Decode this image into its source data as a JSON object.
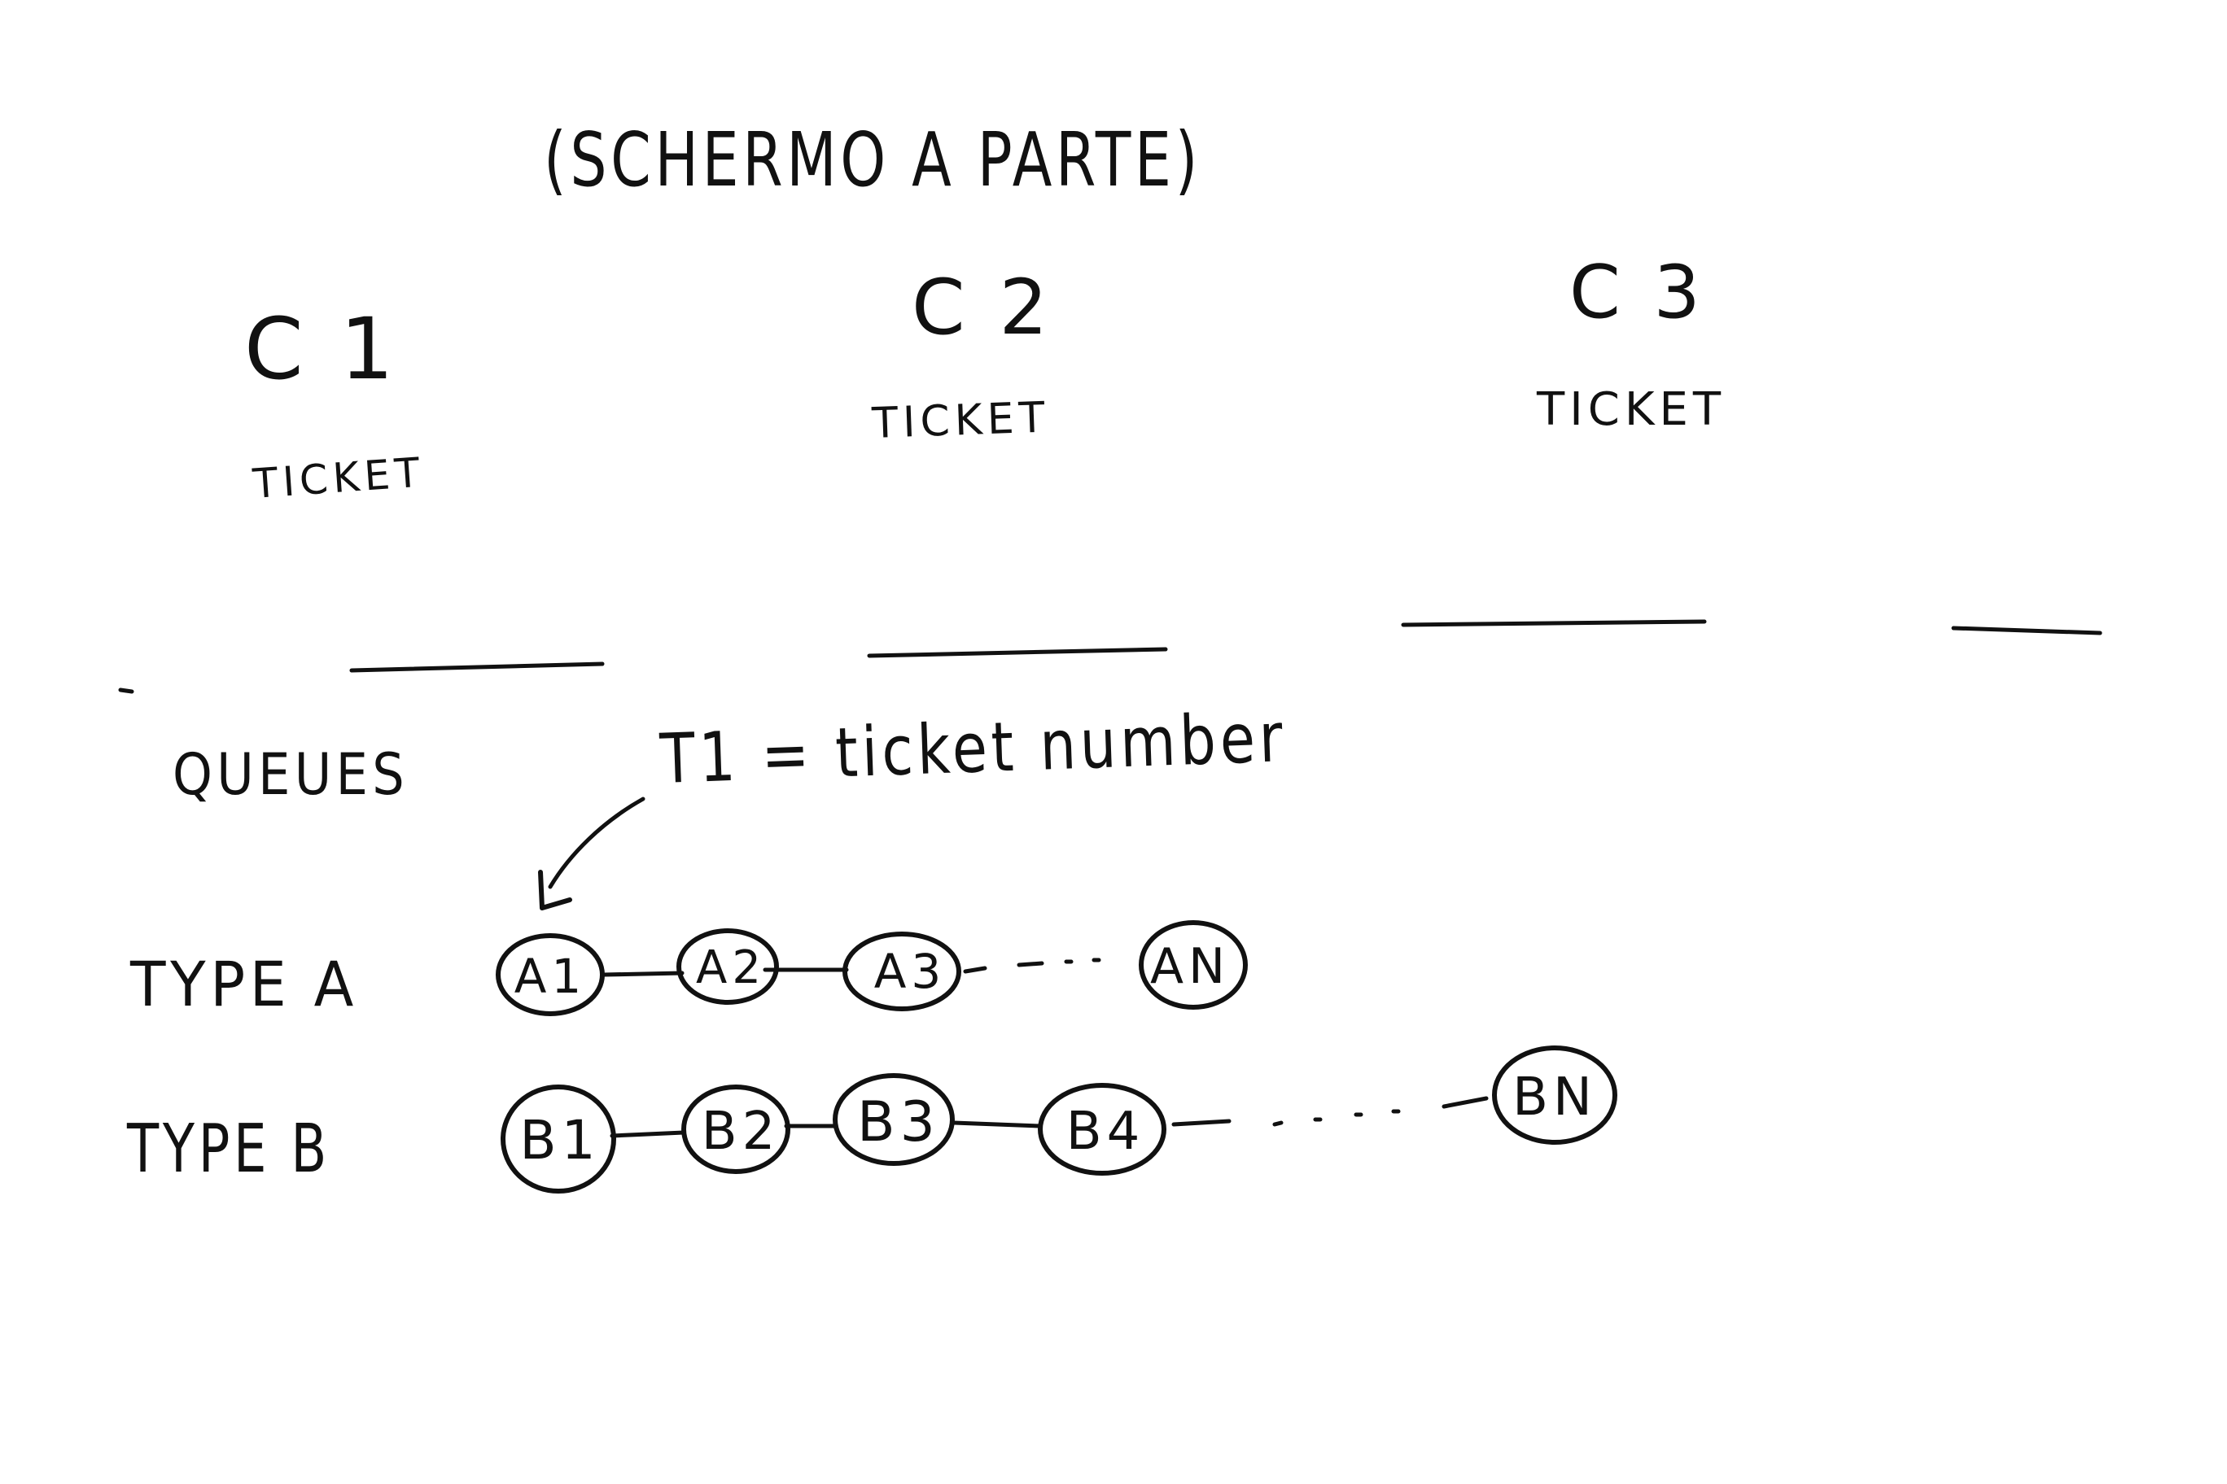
{
  "title": "(SCHERMO A PARTE)",
  "counters": [
    {
      "label": "C 1",
      "sub": "TICKET"
    },
    {
      "label": "C 2",
      "sub": "TICKET"
    },
    {
      "label": "C 3",
      "sub": "TICKET"
    }
  ],
  "queues": {
    "heading": "QUEUES",
    "annotation": "T1 = ticket number",
    "rows": [
      {
        "label": "TYPE A",
        "nodes": [
          "A1",
          "A2",
          "A3",
          "AN"
        ]
      },
      {
        "label": "TYPE B",
        "nodes": [
          "B1",
          "B2",
          "B3",
          "B4",
          "BN"
        ]
      }
    ]
  },
  "ink_color": "#111111"
}
